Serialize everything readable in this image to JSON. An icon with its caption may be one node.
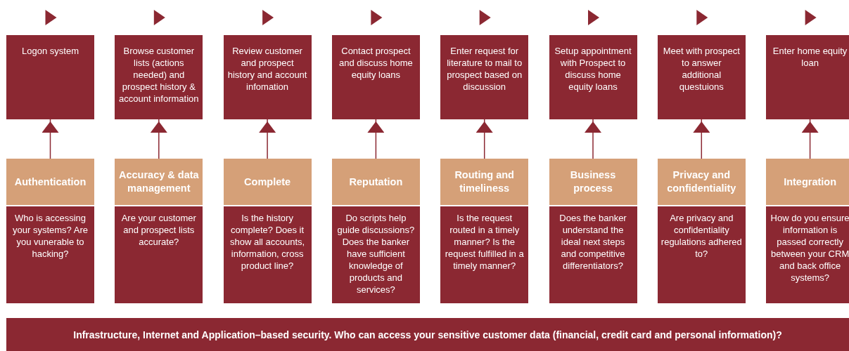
{
  "diagram": {
    "nodes": [
      {
        "text": [
          "Logon system"
        ]
      },
      {
        "text": [
          "Browse customer lists (actions needed) and prospect history & account information"
        ]
      },
      {
        "text": [
          "Review customer and prospect history and account infomation"
        ]
      },
      {
        "text": [
          "Contact prospect and discuss home equity loans"
        ]
      },
      {
        "text": [
          "Enter request for literature to mail to prospect based on discussion"
        ]
      },
      {
        "text": [
          "Setup appointment with Prospect to discuss home equity loans"
        ]
      },
      {
        "text": [
          "Meet with prospect to answer additional questuions"
        ]
      },
      {
        "text": [
          "Enter home equity loan"
        ]
      },
      {
        "text": [
          "Authentication"
        ]
      },
      {
        "text": [
          "Accuracy & data management"
        ]
      },
      {
        "text": [
          "Complete"
        ]
      },
      {
        "text": [
          "Reputation"
        ]
      },
      {
        "text": [
          "Routing and timeliness"
        ]
      },
      {
        "text": [
          "Business process"
        ]
      },
      {
        "text": [
          "Privacy and confidentiality"
        ]
      },
      {
        "text": [
          "Integration"
        ]
      },
      {
        "text": [
          "Who is accessing your systems? Are you vunerable to hacking?"
        ]
      },
      {
        "text": [
          "Are your customer and prospect lists accurate?"
        ]
      },
      {
        "text": [
          "Is the history complete? Does it show all accounts, information, cross product line?"
        ]
      },
      {
        "text": [
          "Do scripts help guide discussions? Does the banker have sufficient knowledge of products and services?"
        ]
      },
      {
        "text": [
          "Is the request routed in a timely manner? Is the request fulfilled in a timely manner?"
        ]
      },
      {
        "text": [
          "Does the banker understand the ideal next steps and competitive differentiators?"
        ]
      },
      {
        "text": [
          "Are privacy and confidentiality regulations adhered to?"
        ]
      },
      {
        "text": [
          "How do you ensure information is passed correctly between your CRM and back office systems?"
        ]
      },
      {
        "text": [
          "Infrastructure, Internet and Application–based security. Who can access your sensitive customer data (financial, credit card and personal information)?"
        ]
      }
    ],
    "edges": [
      {
        "from": 8,
        "to": 0,
        "arrow": "to"
      },
      {
        "from": 9,
        "to": 1,
        "arrow": "to"
      },
      {
        "from": 10,
        "to": 2,
        "arrow": "to"
      },
      {
        "from": 11,
        "to": 3,
        "arrow": "to"
      },
      {
        "from": 12,
        "to": 4,
        "arrow": "to"
      },
      {
        "from": 13,
        "to": 5,
        "arrow": "to"
      },
      {
        "from": 14,
        "to": 6,
        "arrow": "to"
      },
      {
        "from": 15,
        "to": 7,
        "arrow": "to"
      }
    ]
  }
}
